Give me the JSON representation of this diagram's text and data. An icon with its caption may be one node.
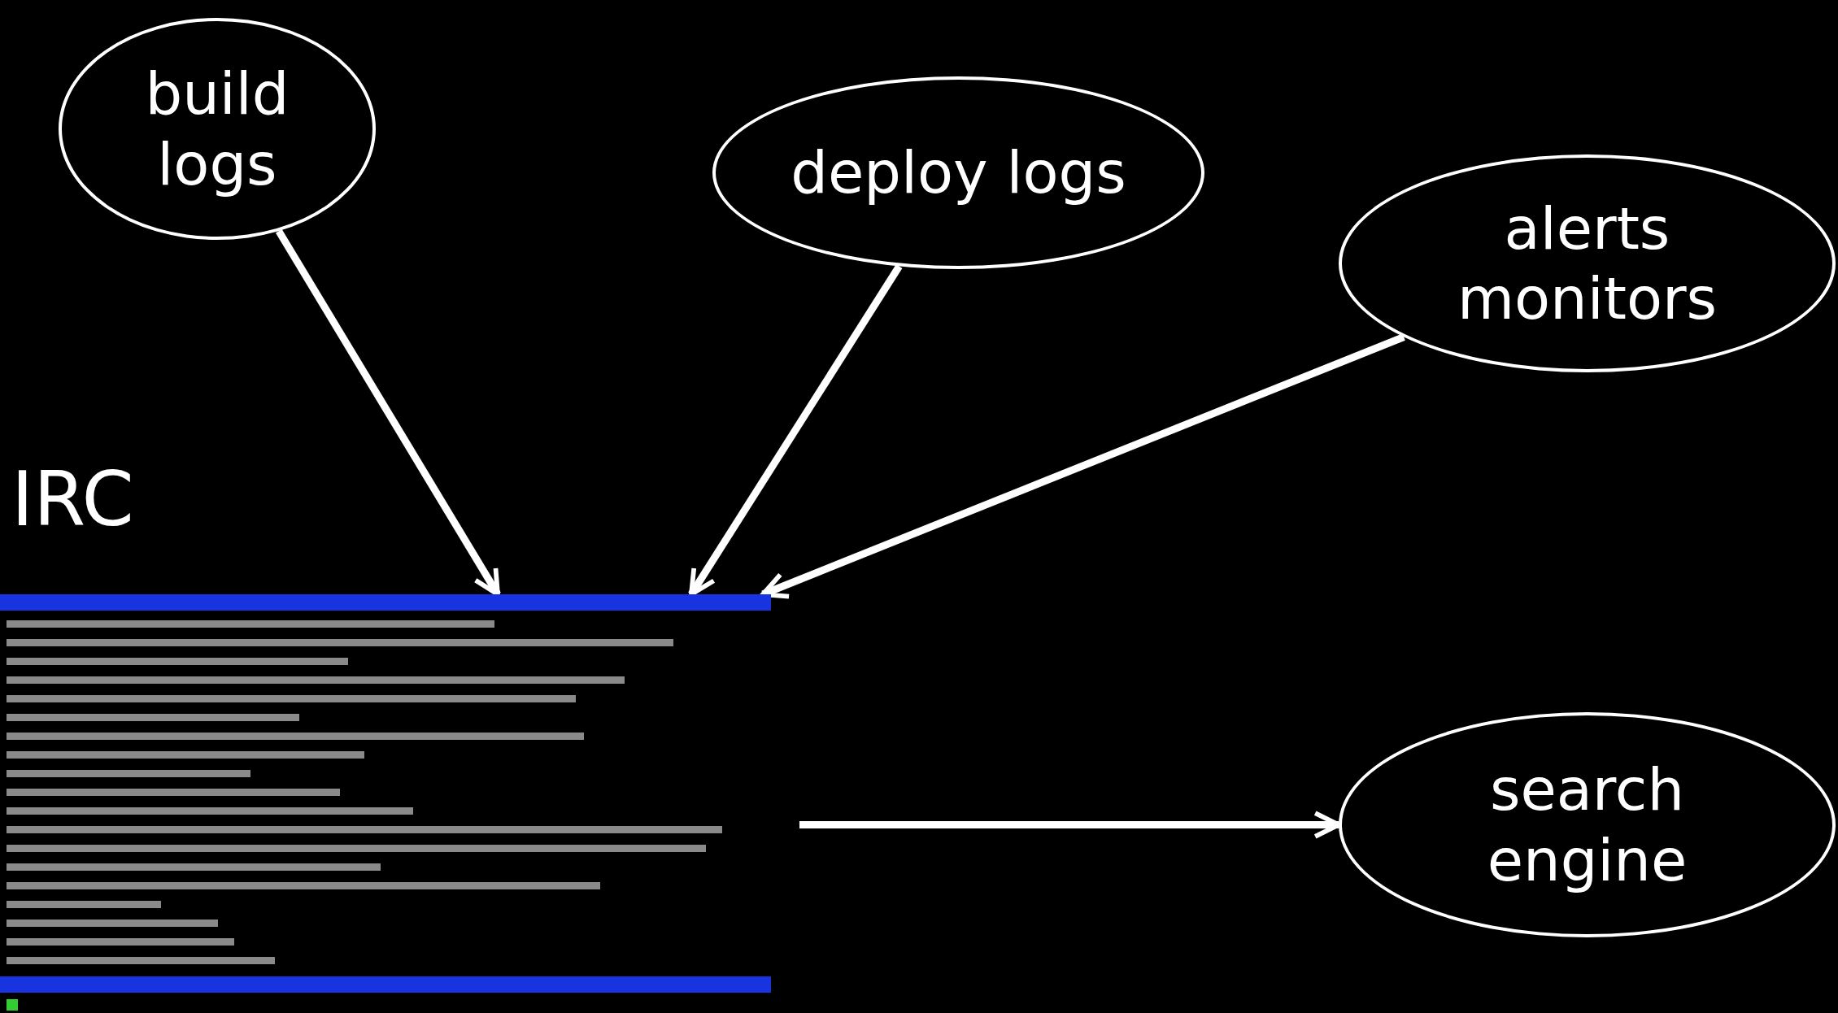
{
  "diagram": {
    "nodes": [
      {
        "text": [
          "build logs"
        ]
      },
      {
        "text": [
          "deploy logs"
        ]
      },
      {
        "text": [
          "alerts monitors"
        ]
      },
      {
        "text": [],
        "shape": "picture",
        "beside": [
          "IRC"
        ]
      },
      {
        "text": [
          "search engine"
        ]
      }
    ],
    "edges": [
      {
        "from": 0,
        "to": 3,
        "arrow": "to"
      },
      {
        "from": 1,
        "to": 3,
        "arrow": "to"
      },
      {
        "from": 2,
        "to": 3,
        "arrow": "to"
      },
      {
        "from": 3,
        "to": 4,
        "arrow": "to"
      }
    ]
  }
}
